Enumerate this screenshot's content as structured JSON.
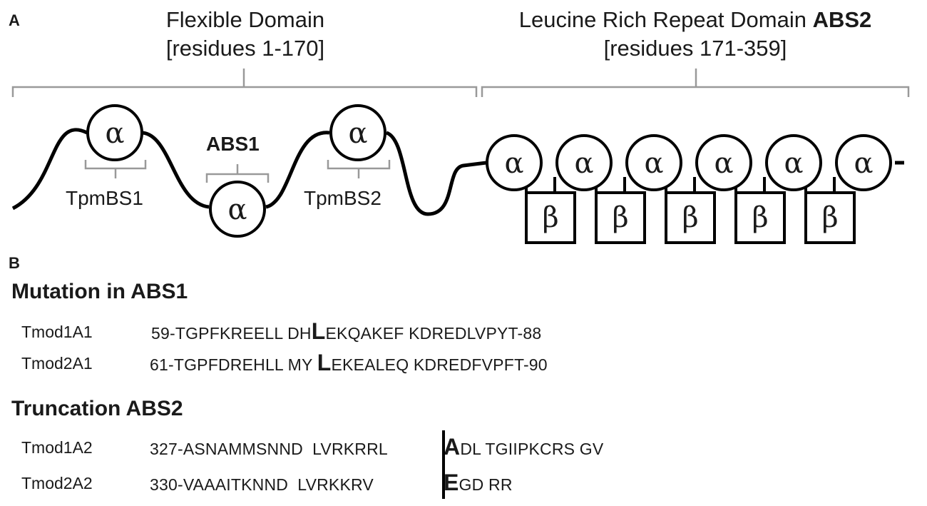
{
  "panel_a": {
    "label": "A",
    "flexible_domain": {
      "title": "Flexible Domain",
      "residues": "[residues 1-170]"
    },
    "lrr_domain": {
      "title": "Leucine Rich Repeat Domain",
      "title_bold": "ABS2",
      "residues": "[residues 171-359]"
    },
    "labels": {
      "tpmbs1": "TpmBS1",
      "abs1": "ABS1",
      "tpmbs2": "TpmBS2"
    },
    "alpha_symbol": "α",
    "beta_symbol": "β"
  },
  "panel_b": {
    "label": "B",
    "mutation": {
      "heading": "Mutation in ABS1",
      "rows": [
        {
          "name": "Tmod1A1",
          "pre": "59-TGPFKREELL DH",
          "hl": "L",
          "post": "EKQAKEF KDREDLVPYT-88"
        },
        {
          "name": "Tmod2A1",
          "pre": "61-TGPFDREHLL MY ",
          "hl": "L",
          "post": "EKEALEQ KDREDFVPFT-90"
        }
      ]
    },
    "truncation": {
      "heading": "Truncation ABS2",
      "rows": [
        {
          "name": "Tmod1A2",
          "pre": "327-ASNAMMSNND  LVRKRRL",
          "hl": "A",
          "post": "DL TGIIPKCRS GV"
        },
        {
          "name": "Tmod2A2",
          "pre": "330-VAAAITKNND  LVRKKRV",
          "hl": "E",
          "post": "GD RR"
        }
      ]
    }
  }
}
